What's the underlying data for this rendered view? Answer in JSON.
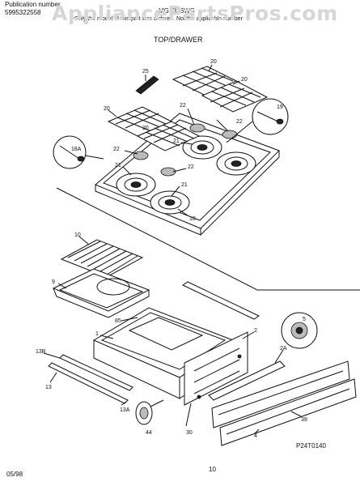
{
  "header": {
    "publication_label": "Publication number",
    "publication_number": "5995322558",
    "model": "MGF326WG",
    "note": "Only the model of this part was ordered. Not the applicable number",
    "watermark": "AppliancePartsPros.com"
  },
  "section_title": "TOP/DRAWER",
  "callouts": {
    "c1": "1",
    "c2": "2",
    "c2a": "2A",
    "c4": "4",
    "c5": "5",
    "c9": "9",
    "c10": "10",
    "c13": "13",
    "c13a": "13A",
    "c13b": "13B",
    "c18": "18",
    "c18a": "18A",
    "c19": "19",
    "c20a": "20",
    "c20b": "20",
    "c20c": "20",
    "c20d": "20",
    "c21a": "21",
    "c21b": "21",
    "c21c": "21",
    "c22a": "22",
    "c22b": "22",
    "c22c": "22",
    "c22d": "22",
    "c25": "25",
    "c30": "30",
    "c39": "39",
    "c44": "44",
    "c85": "85"
  },
  "figure_code": "P24T0140",
  "footer": {
    "date": "05/98",
    "page": "10"
  }
}
